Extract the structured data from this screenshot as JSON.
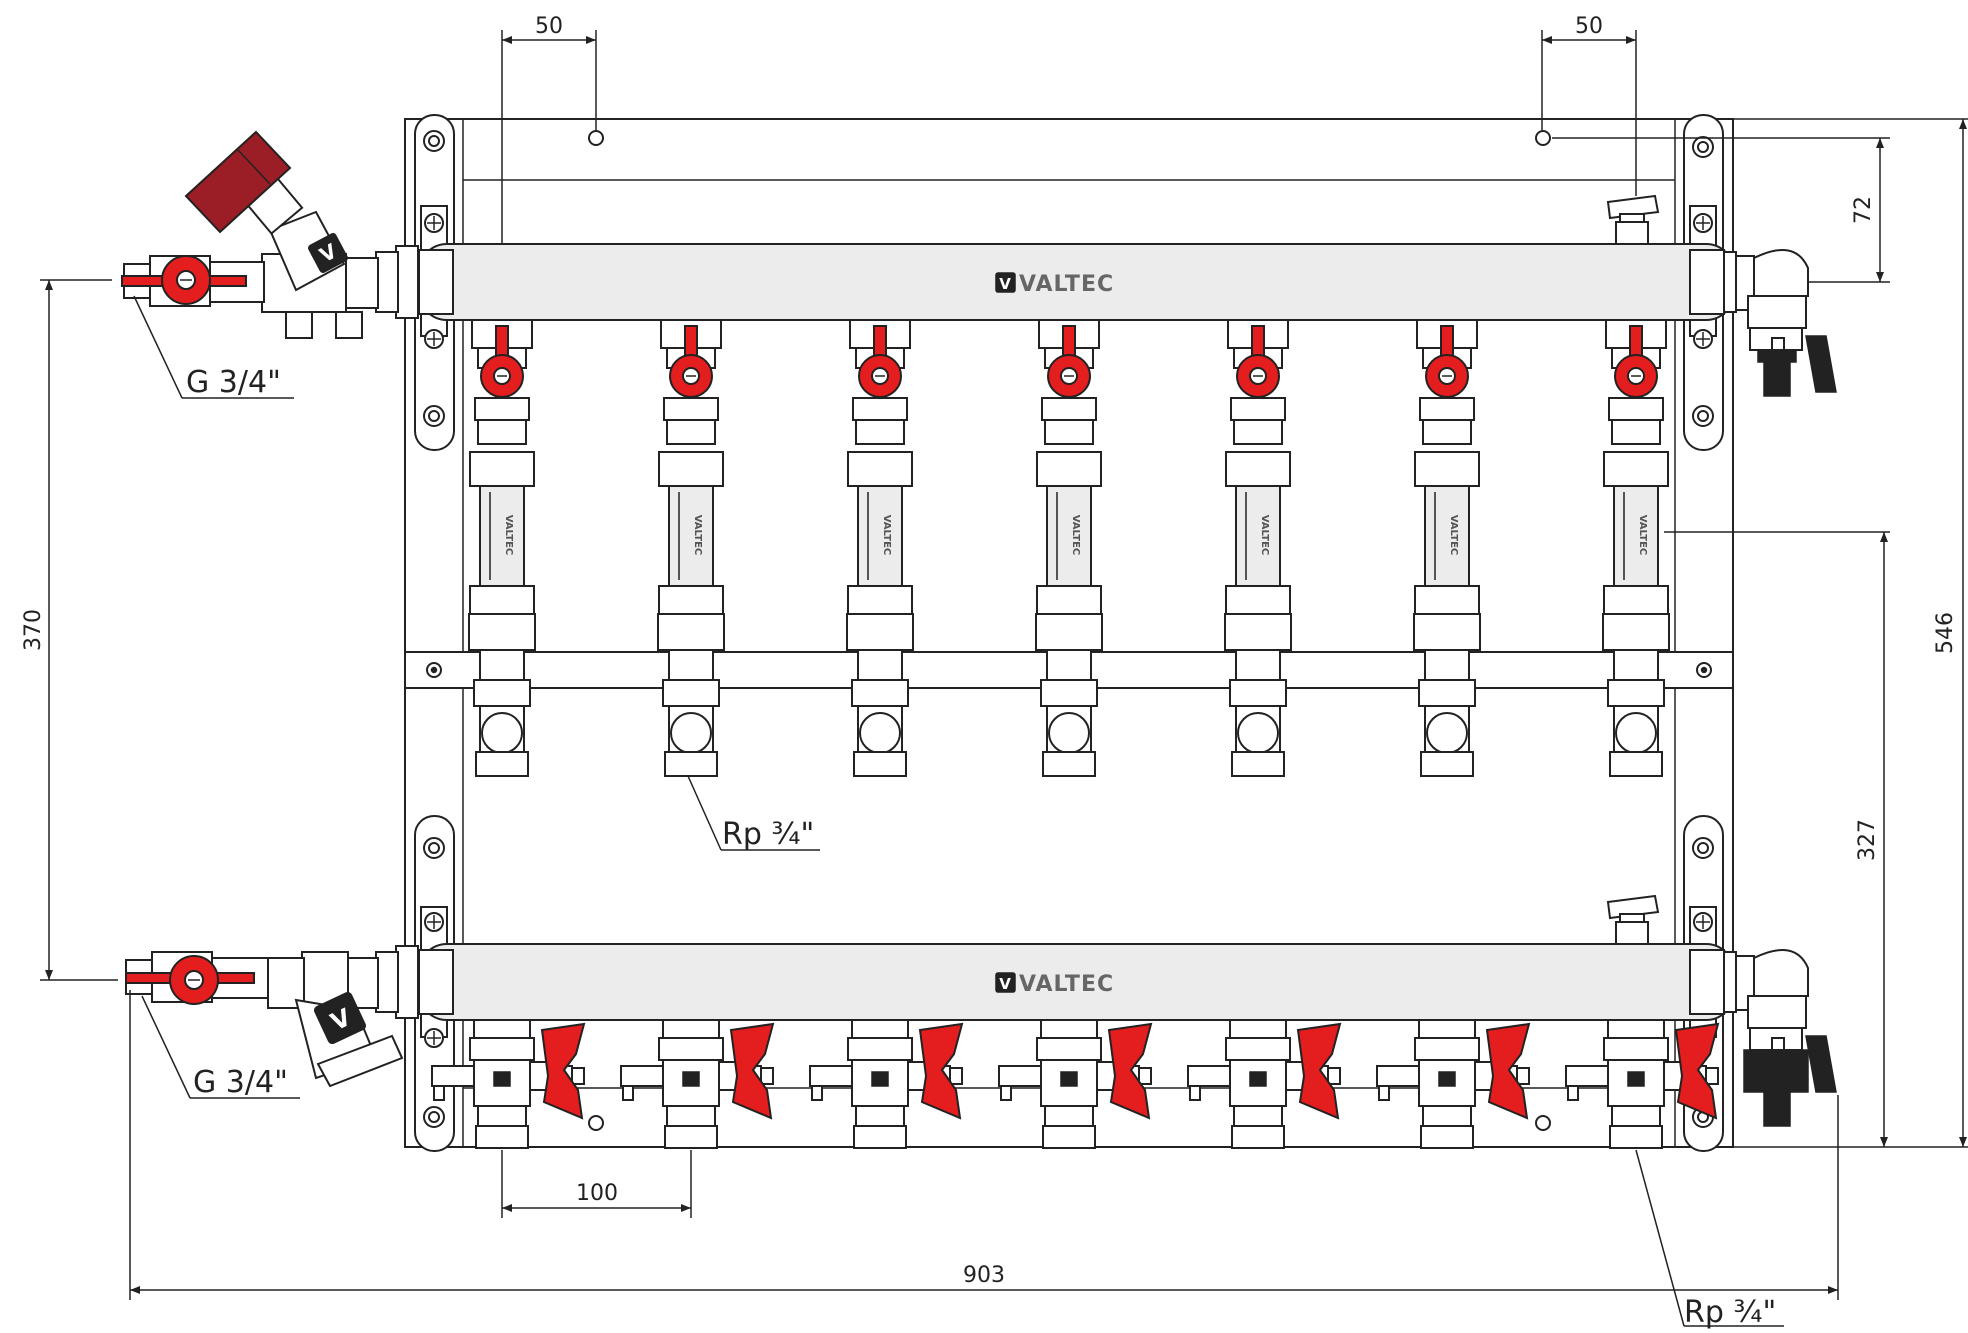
{
  "diagram": {
    "brand": "VALTEC",
    "dimensions": {
      "top_left_offset": "50",
      "top_right_offset": "50",
      "right_bracket_offset": "72",
      "overall_height": "546",
      "manifold_spacing": "327",
      "inlet_spacing": "370",
      "outlet_pitch": "100",
      "overall_width": "903"
    },
    "threads": {
      "supply_inlet": "G 3/4\"",
      "return_inlet": "G 3/4\"",
      "supply_outlet": "Rp ¾\"",
      "return_outlet": "Rp ¾\""
    },
    "circuits": 7,
    "colors": {
      "valve_handle": "#e41e1e",
      "line": "#222222"
    }
  }
}
